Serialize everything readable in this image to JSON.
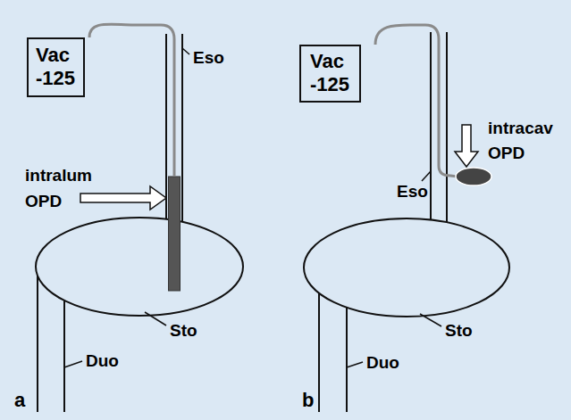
{
  "diagram": {
    "nodes": [
      {
        "text": [
          "Vac -125"
        ]
      },
      {
        "text": [
          "Vac -125"
        ]
      }
    ],
    "labels": [
      "Eso",
      "intralum OPD",
      "Sto",
      "Duo",
      "a",
      "intracav OPD",
      "Eso",
      "Sto",
      "Duo",
      "b"
    ]
  }
}
